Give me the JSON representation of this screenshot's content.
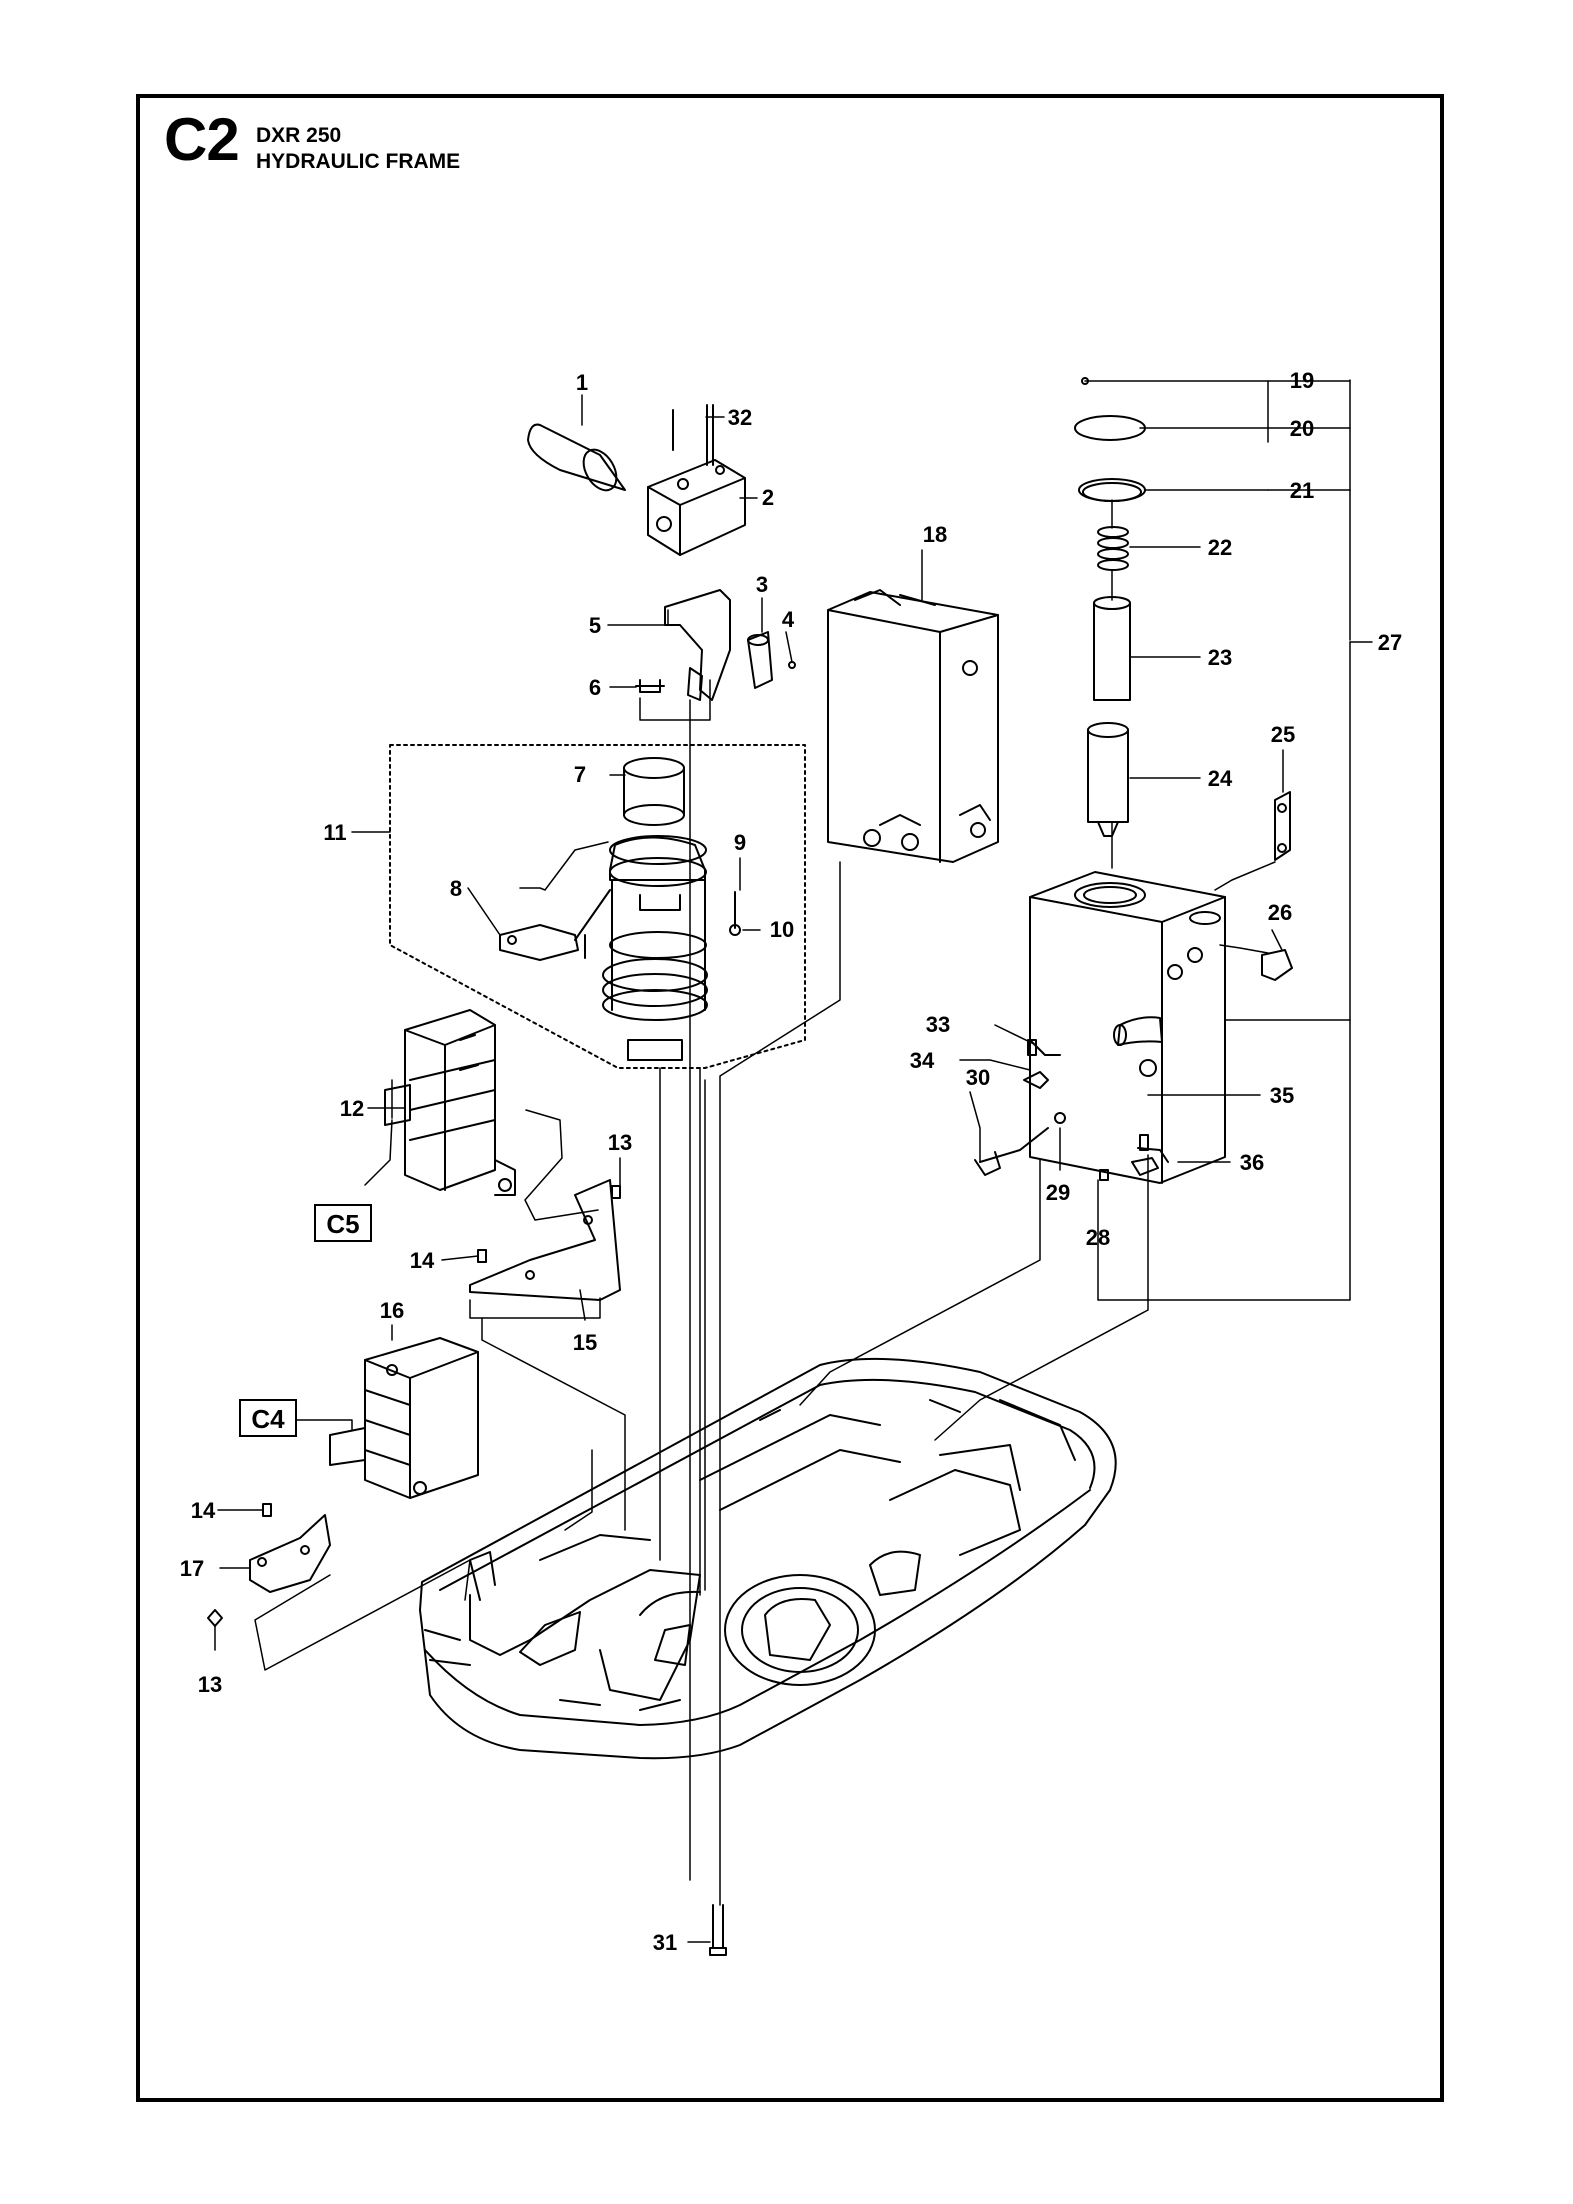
{
  "section": {
    "code": "C2",
    "model": "DXR 250",
    "title": "HYDRAULIC FRAME"
  },
  "callouts": [
    "1",
    "2",
    "3",
    "4",
    "5",
    "6",
    "7",
    "8",
    "9",
    "10",
    "11",
    "12",
    "13",
    "14",
    "15",
    "16",
    "17",
    "18",
    "19",
    "20",
    "21",
    "22",
    "23",
    "24",
    "25",
    "26",
    "27",
    "28",
    "29",
    "30",
    "31",
    "32",
    "33",
    "34",
    "35",
    "36"
  ],
  "cross_refs": [
    "C5",
    "C4"
  ],
  "colors": {
    "ink": "#000000",
    "paper": "#ffffff"
  }
}
